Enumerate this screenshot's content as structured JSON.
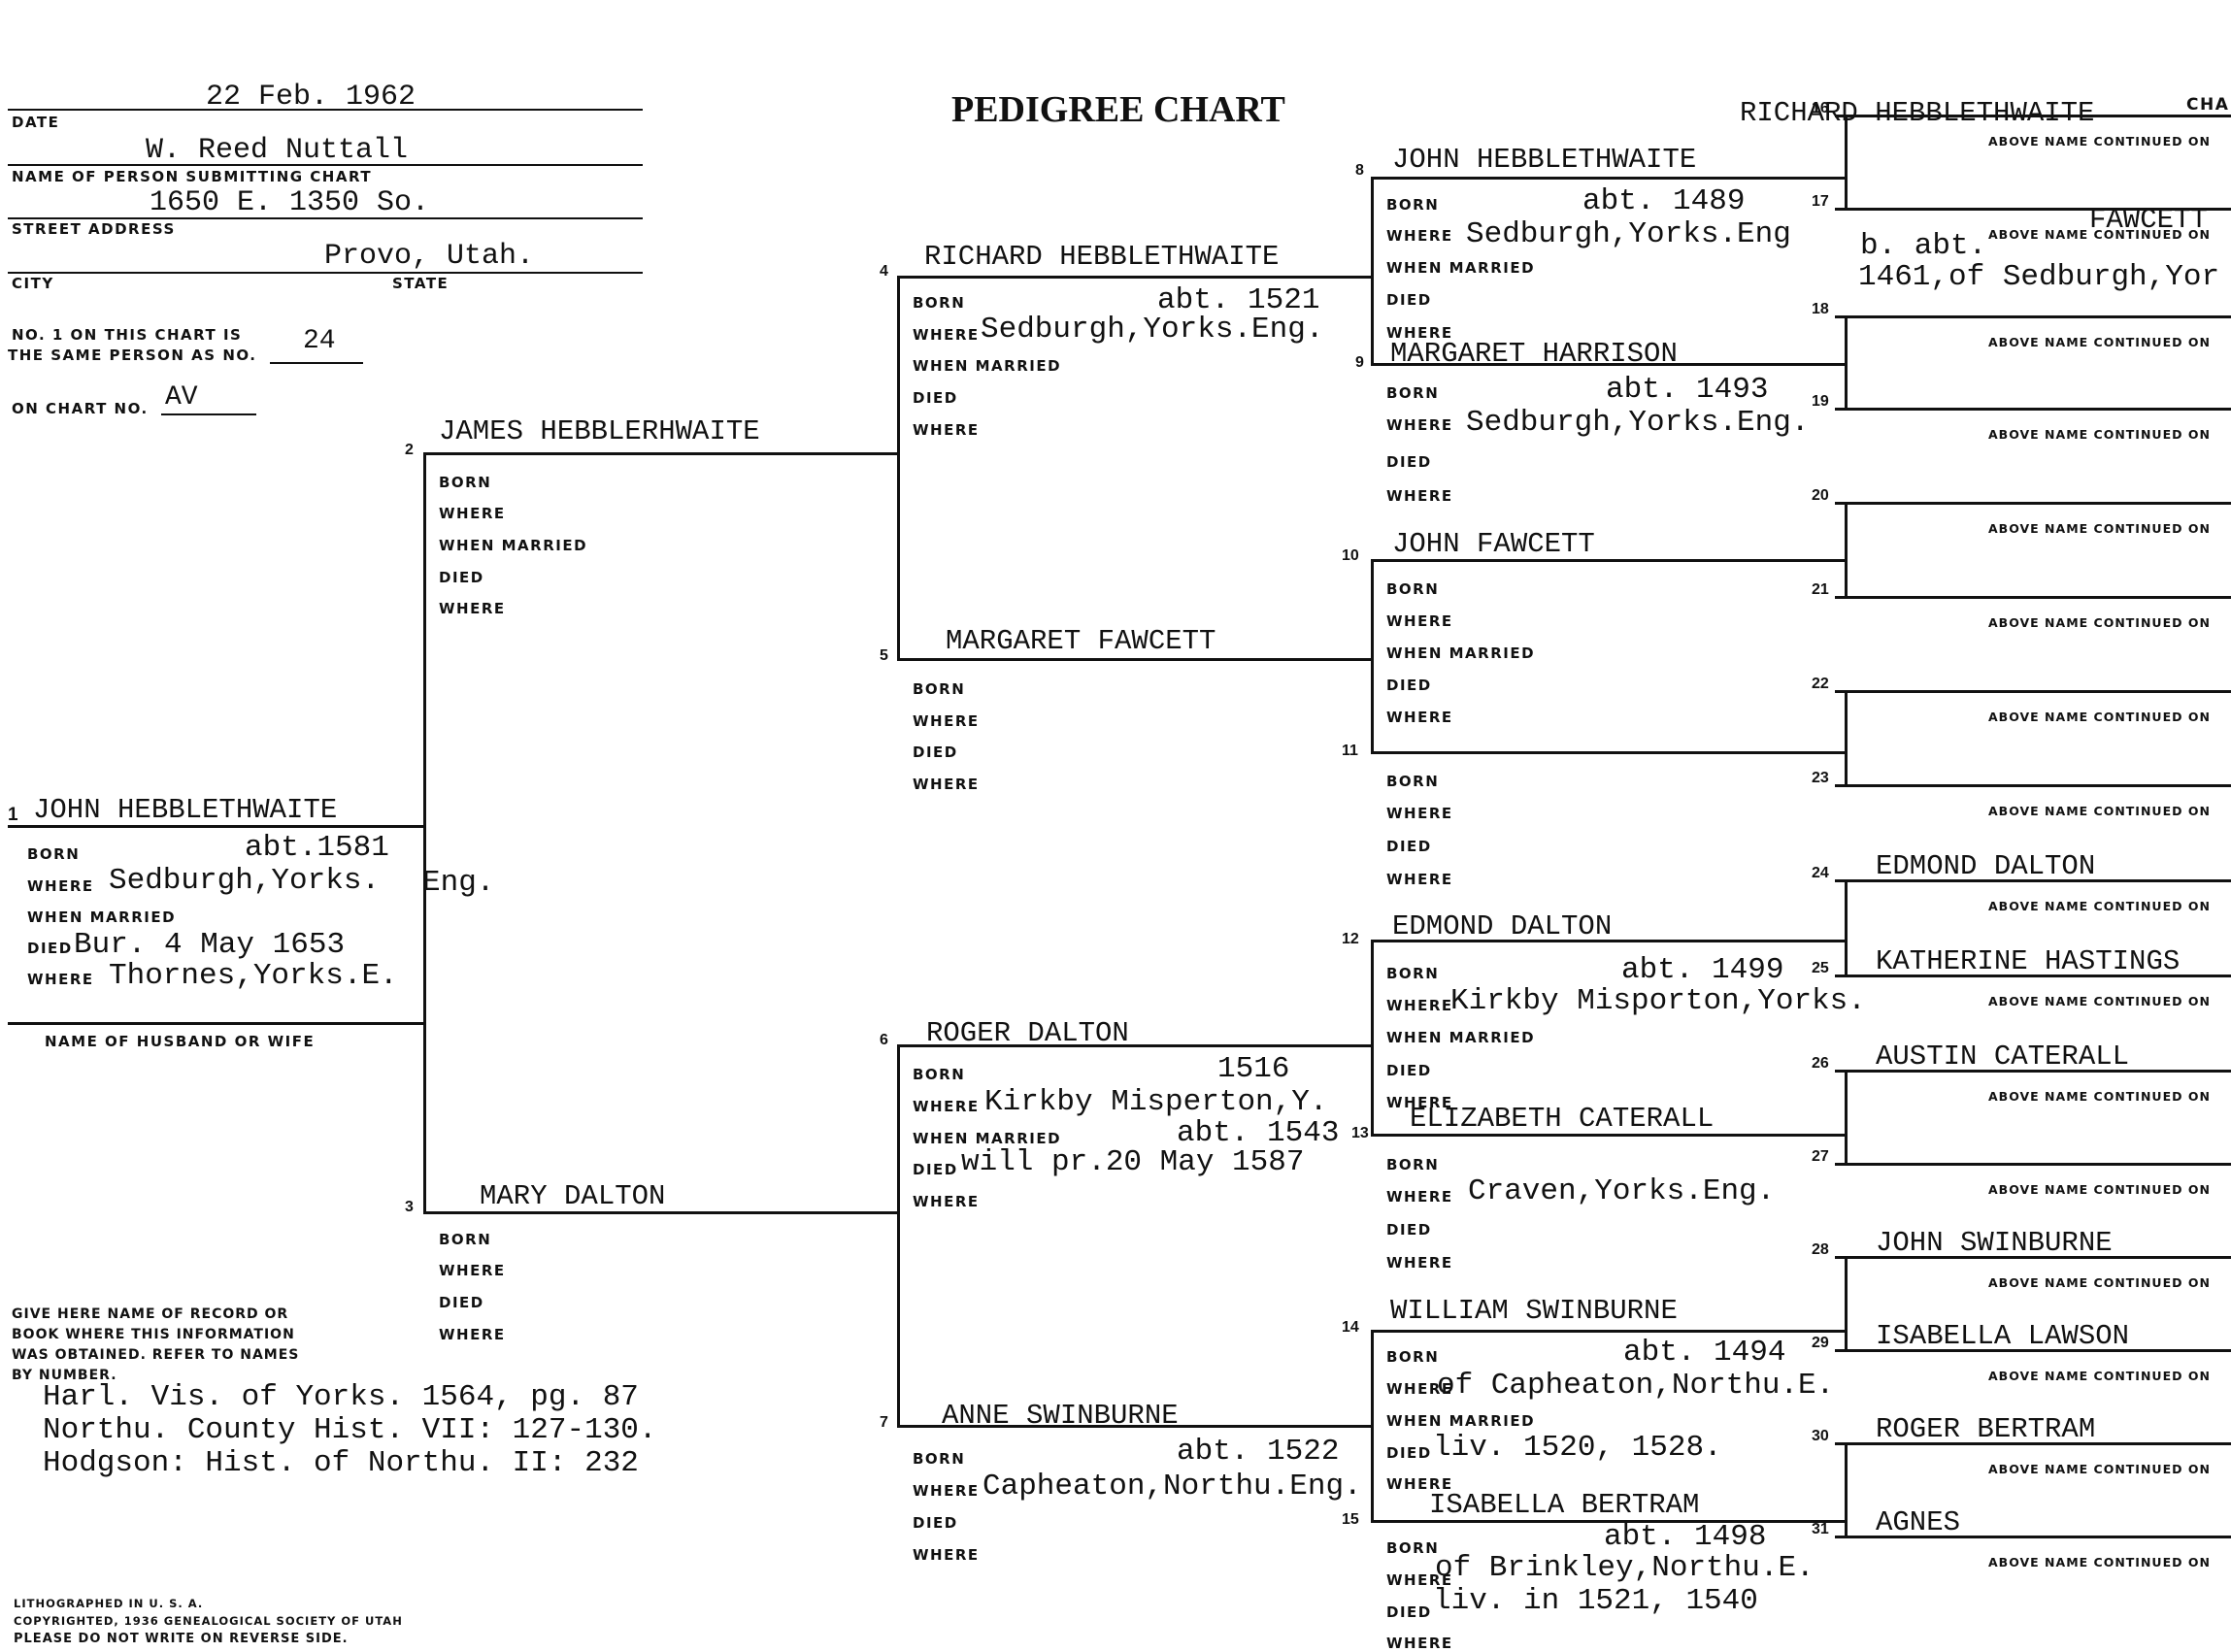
{
  "header": {
    "title": "PEDIGREE CHART",
    "date_value": "22 Feb. 1962",
    "date_label": "DATE",
    "submitter_value": "W. Reed Nuttall",
    "submitter_label": "NAME OF PERSON SUBMITTING CHART",
    "street_value": "1650 E. 1350 So.",
    "street_label": "STREET ADDRESS",
    "city_value": "Provo, Utah.",
    "city_label": "CITY",
    "state_label": "STATE",
    "same_person_label_1": "NO. 1 ON THIS CHART IS",
    "same_person_label_2": "THE SAME PERSON AS NO.",
    "same_person_value": "24",
    "on_chart_label": "ON CHART NO.",
    "on_chart_value": "AV",
    "top_right_name": "RICHARD HEBBLETHWAITE",
    "top_right_cha": "CHA"
  },
  "labels": {
    "born": "BORN",
    "where": "WHERE",
    "when_married": "WHEN MARRIED",
    "died": "DIED",
    "died_short": "DIED",
    "husband_wife": "NAME OF HUSBAND OR WIFE",
    "continued": "ABOVE NAME CONTINUED ON"
  },
  "persons": {
    "p1": {
      "num": "1",
      "name": "JOHN HEBBLETHWAITE",
      "born": "abt.1581",
      "where_born": "Sedburgh,Yorks.",
      "where_born_extra": "Eng.",
      "died": "Bur. 4 May 1653",
      "where_died": "Thornes,Yorks.E."
    },
    "p2": {
      "num": "2",
      "name": "JAMES HEBBLERHWAITE"
    },
    "p3": {
      "num": "3",
      "name": "MARY DALTON"
    },
    "p4": {
      "num": "4",
      "name": "RICHARD HEBBLETHWAITE",
      "born": "abt. 1521",
      "where_born": "Sedburgh,Yorks.Eng."
    },
    "p5": {
      "num": "5",
      "name": "MARGARET FAWCETT"
    },
    "p6": {
      "num": "6",
      "name": "ROGER DALTON",
      "born": "1516",
      "where_born": "Kirkby Misperton,Y.",
      "married": "abt. 1543",
      "died": "will pr.20 May 1587"
    },
    "p7": {
      "num": "7",
      "name": "ANNE SWINBURNE",
      "born": "abt. 1522",
      "where_born": "Capheaton,Northu.Eng."
    },
    "p8": {
      "num": "8",
      "name": "JOHN HEBBLETHWAITE",
      "born": "abt. 1489",
      "where_born": "Sedburgh,Yorks.Eng"
    },
    "p9": {
      "num": "9",
      "name": "MARGARET HARRISON",
      "born": "abt. 1493",
      "where_born": "Sedburgh,Yorks.Eng."
    },
    "p10": {
      "num": "10",
      "name": "JOHN FAWCETT"
    },
    "p11": {
      "num": "11"
    },
    "p12": {
      "num": "12",
      "name": "EDMOND DALTON",
      "born": "abt. 1499",
      "where_born": "Kirkby Misporton,Yorks."
    },
    "p13": {
      "num": "13",
      "name": "ELIZABETH CATERALL",
      "where_born": "Craven,Yorks.Eng."
    },
    "p14": {
      "num": "14",
      "name": "WILLIAM SWINBURNE",
      "born": "abt. 1494",
      "where_born": "of Capheaton,Northu.E.",
      "died": "liv. 1520, 1528."
    },
    "p15": {
      "num": "15",
      "name": "ISABELLA BERTRAM",
      "born": "abt. 1498",
      "where_born": "of Brinkley,Northu.E.",
      "died": "liv. in 1521, 1540"
    }
  },
  "gen5": [
    {
      "num": "16",
      "name": "RICHARD HEBBLETHWAITE"
    },
    {
      "num": "17",
      "name": "FAWCETT",
      "note_1": "b. abt.",
      "note_2": "1461,of Sedburgh,Yor"
    },
    {
      "num": "18",
      "name": ""
    },
    {
      "num": "19",
      "name": ""
    },
    {
      "num": "20",
      "name": ""
    },
    {
      "num": "21",
      "name": ""
    },
    {
      "num": "22",
      "name": ""
    },
    {
      "num": "23",
      "name": ""
    },
    {
      "num": "24",
      "name": "EDMOND DALTON"
    },
    {
      "num": "25",
      "name": "KATHERINE HASTINGS"
    },
    {
      "num": "26",
      "name": "AUSTIN CATERALL"
    },
    {
      "num": "27",
      "name": ""
    },
    {
      "num": "28",
      "name": "JOHN SWINBURNE"
    },
    {
      "num": "29",
      "name": "ISABELLA LAWSON"
    },
    {
      "num": "30",
      "name": "ROGER BERTRAM"
    },
    {
      "num": "31",
      "name": "AGNES"
    }
  ],
  "sources": {
    "instructions_1": "GIVE HERE NAME OF RECORD OR",
    "instructions_2": "BOOK WHERE THIS INFORMATION",
    "instructions_3": "WAS OBTAINED.  REFER TO NAMES",
    "instructions_4": "BY NUMBER.",
    "line1": "Harl. Vis. of Yorks. 1564, pg. 87",
    "line2": "Northu. County Hist. VII: 127-130.",
    "line3": "Hodgson: Hist. of Northu. II: 232"
  },
  "footer": {
    "line1": "LITHOGRAPHED IN U. S. A.",
    "line2": "COPYRIGHTED, 1936 GENEALOGICAL SOCIETY OF UTAH",
    "line3": "PLEASE DO NOT WRITE ON REVERSE SIDE."
  }
}
